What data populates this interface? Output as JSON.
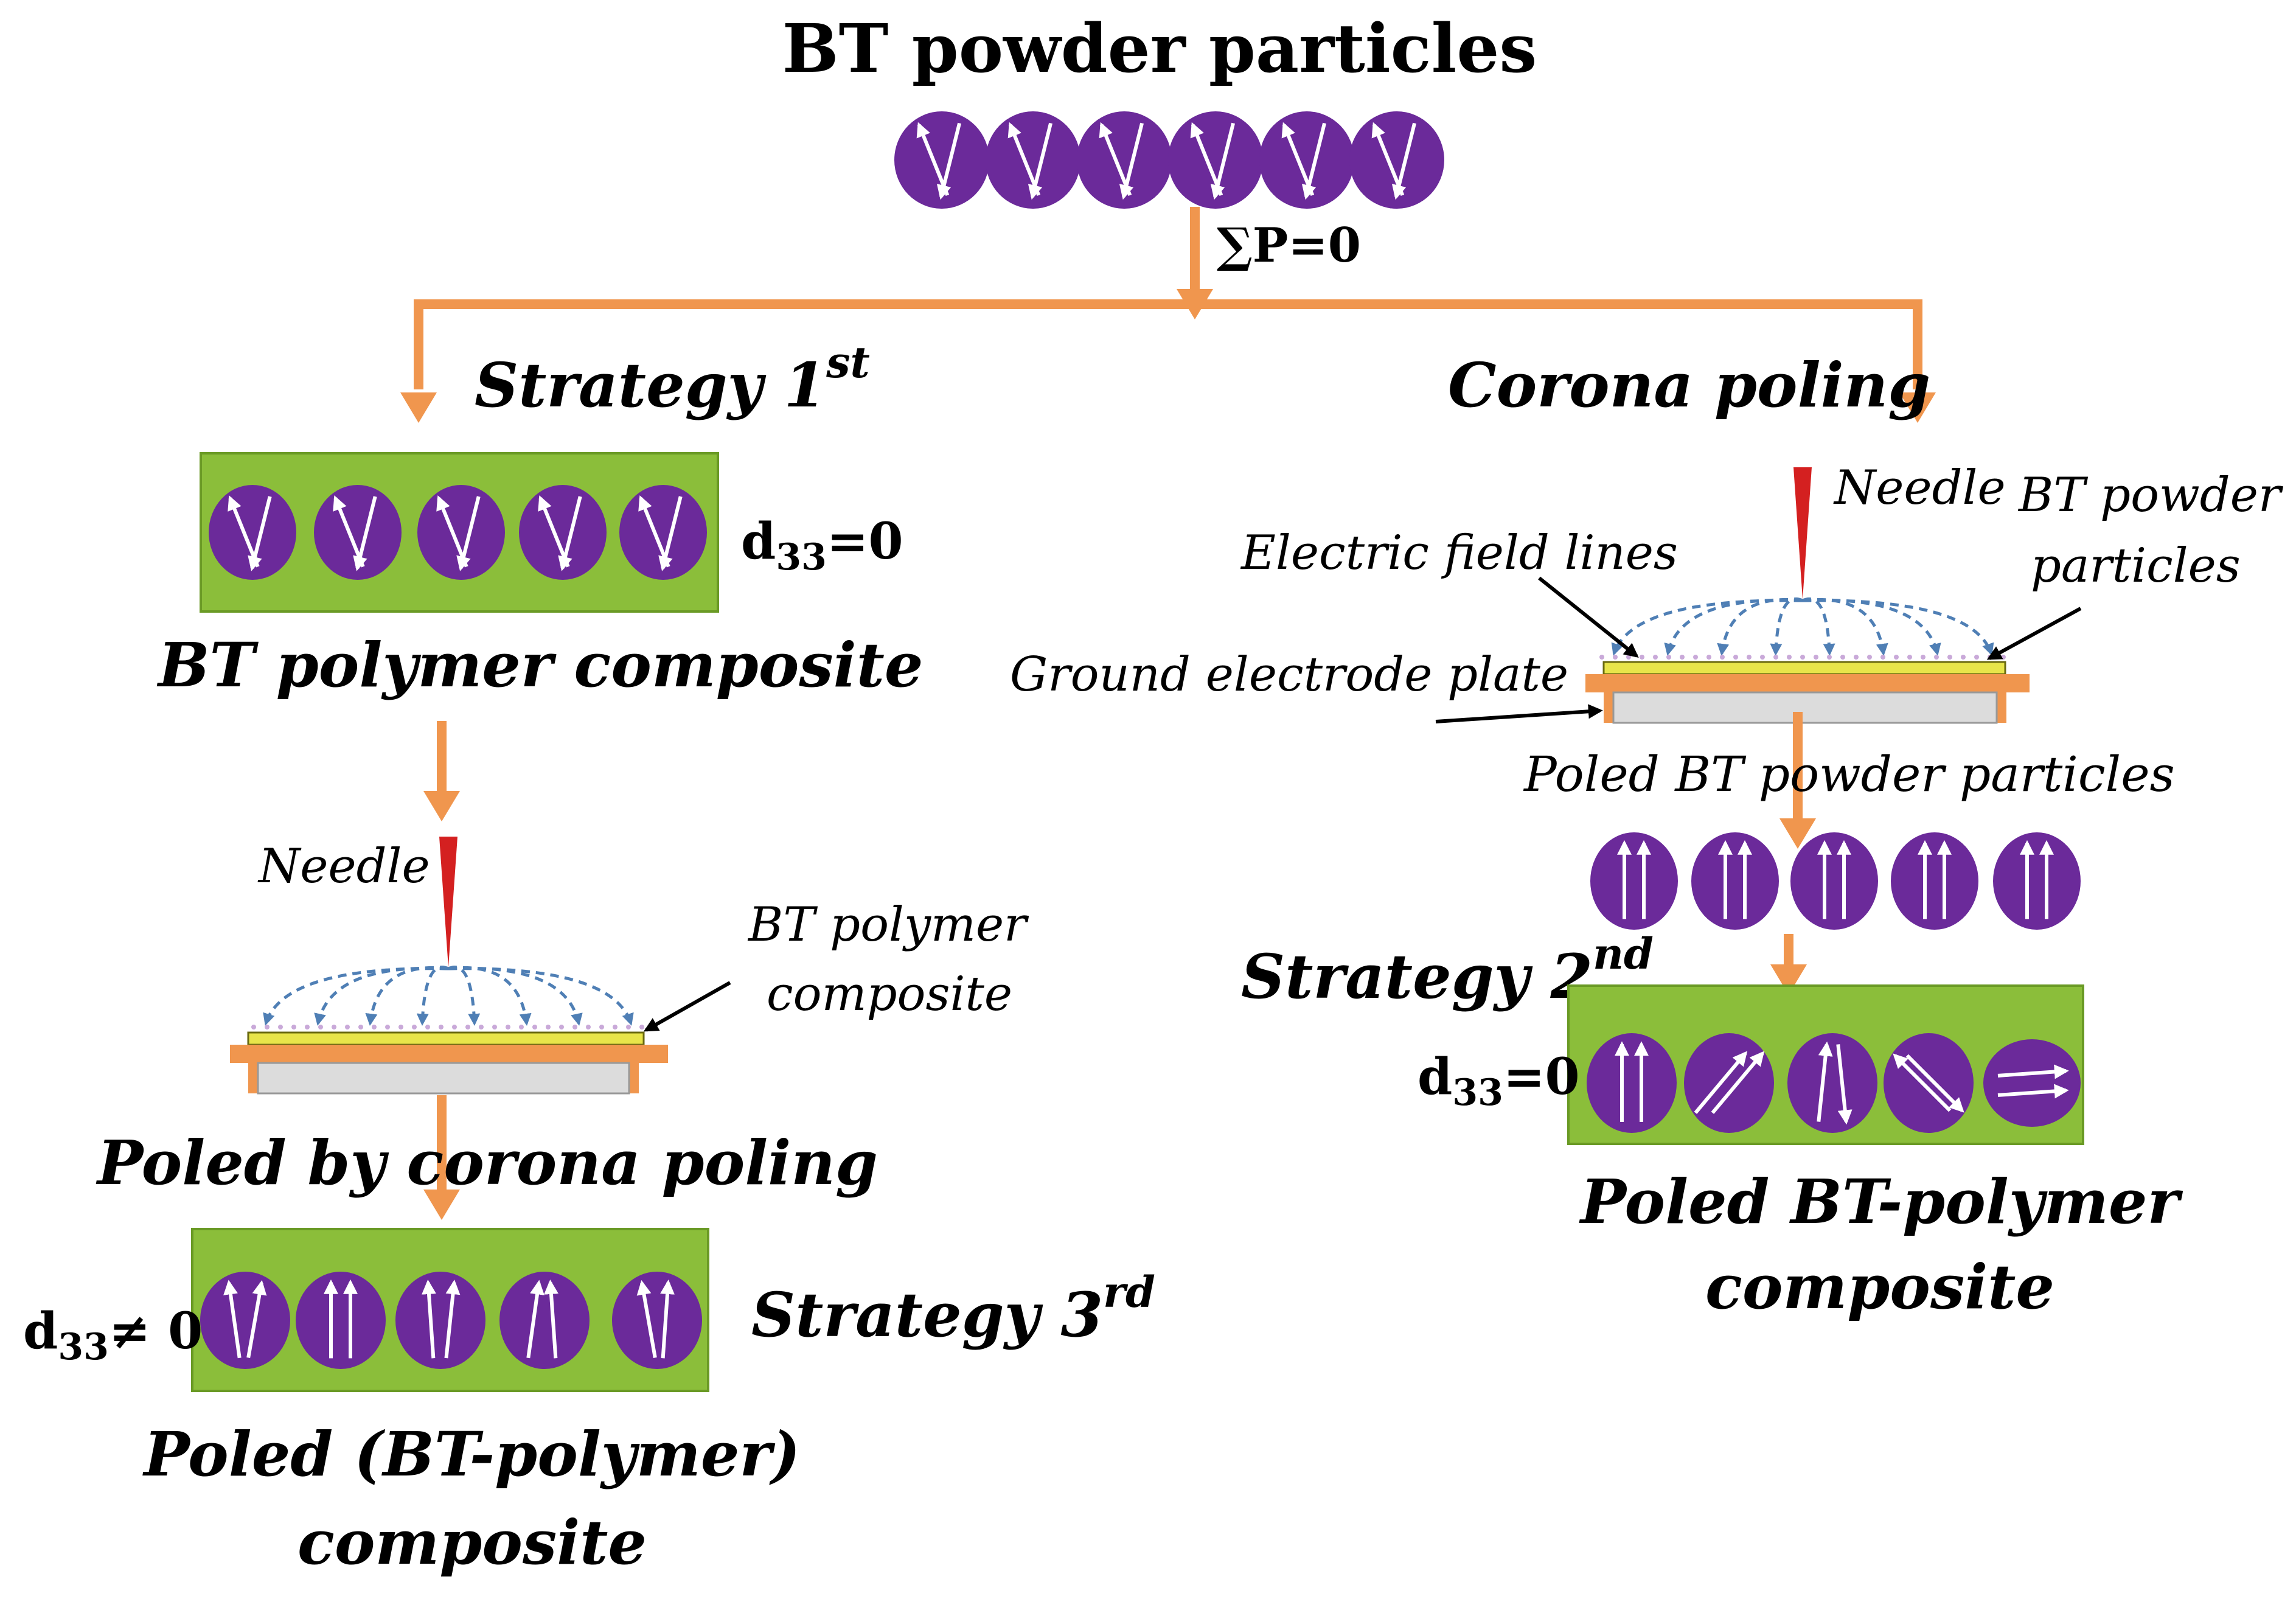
{
  "title": "BT powder particles",
  "sum_label": "∑P=0",
  "colors": {
    "particle": "#6b2a9a",
    "panel": "#8bbe3a",
    "connector": "#f0964e",
    "needle": "#d42020",
    "field_lines": "#4f7fb5",
    "electrode": "#f0964e"
  },
  "strategy1": {
    "heading": "Strategy 1",
    "sup": "st",
    "d33": "d",
    "d33_sub": "33",
    "d33_value": "=0",
    "caption": "BT polymer composite"
  },
  "corona_left": {
    "needle": "Needle",
    "composite_label_1": "BT polymer",
    "composite_label_2": "composite",
    "caption": "Poled by corona poling"
  },
  "strategy3": {
    "heading": "Strategy 3",
    "sup": "rd",
    "d33": "d",
    "d33_sub": "33",
    "d33_value": "≠ 0",
    "caption_1": "Poled (BT-polymer)",
    "caption_2": "composite"
  },
  "corona_right": {
    "heading": "Corona poling",
    "needle": "Needle",
    "particles_label_1": "BT powder",
    "particles_label_2": "particles",
    "field_lines": "Electric field lines",
    "ground": "Ground electrode plate",
    "poled_particles": "Poled BT powder particles"
  },
  "strategy2": {
    "heading": "Strategy 2",
    "sup": "nd",
    "d33": "d",
    "d33_sub": "33",
    "d33_value": "=0",
    "caption_1": "Poled BT-polymer",
    "caption_2": "composite"
  }
}
